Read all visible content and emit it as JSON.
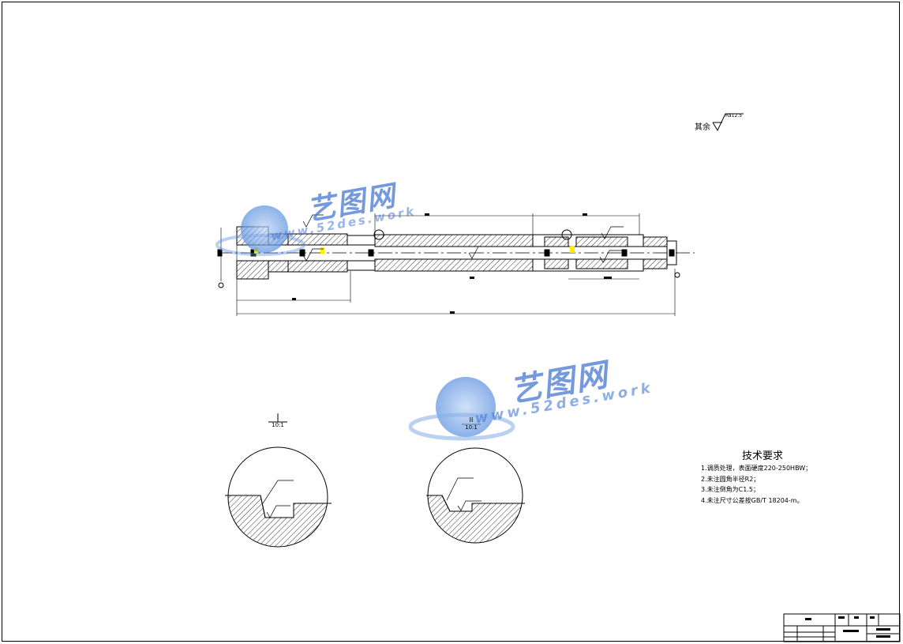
{
  "drawing": {
    "roughness_note": {
      "label": "其余",
      "value": "Ra12.5"
    },
    "detail_views": [
      {
        "label": "I",
        "scale": "10:1"
      },
      {
        "label": "II",
        "scale": "10:1"
      }
    ],
    "technical_requirements": {
      "title": "技术要求",
      "items": [
        "1.调质处理，表面硬度220-250HBW；",
        "2.未注圆角半径R2；",
        "3.未注倒角为C1.5；",
        "4.未注尺寸公差按GB/T 18204-m。"
      ]
    }
  },
  "watermark": {
    "chinese_text": "艺图网",
    "url_text": "www.52des.work"
  },
  "colors": {
    "line": "#000000",
    "highlight": "#ffee00",
    "watermark": "#4678d2"
  }
}
